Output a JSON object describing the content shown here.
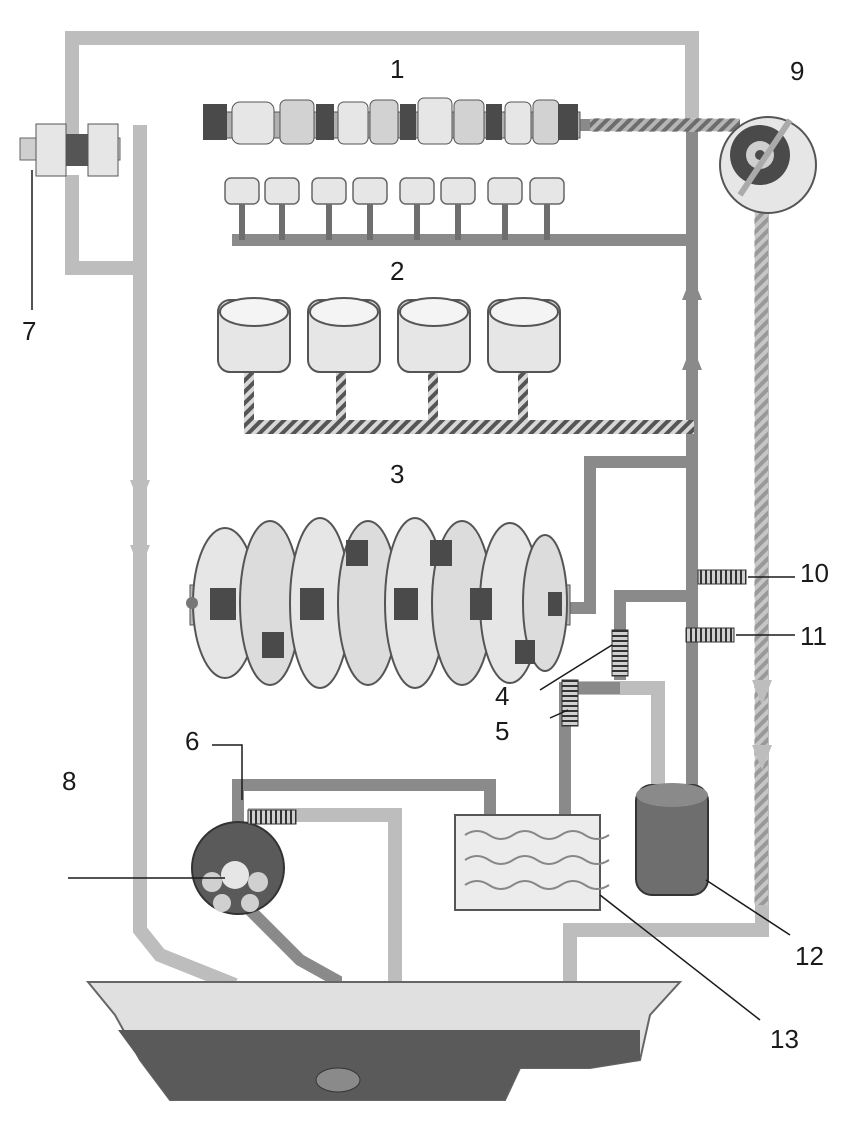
{
  "labels": {
    "l1": "1",
    "l2": "2",
    "l3": "3",
    "l4": "4",
    "l5": "5",
    "l6": "6",
    "l7": "7",
    "l8": "8",
    "l9": "9",
    "l10": "10",
    "l11": "11",
    "l12": "12",
    "l13": "13"
  },
  "colors": {
    "pipe_light": "#bdbdbd",
    "pipe_dark": "#6e6e6e",
    "part_fill": "#e6e6e6",
    "part_shade": "#9a9a9a",
    "oil": "#5a5a5a",
    "ink": "#1a1a1a"
  }
}
